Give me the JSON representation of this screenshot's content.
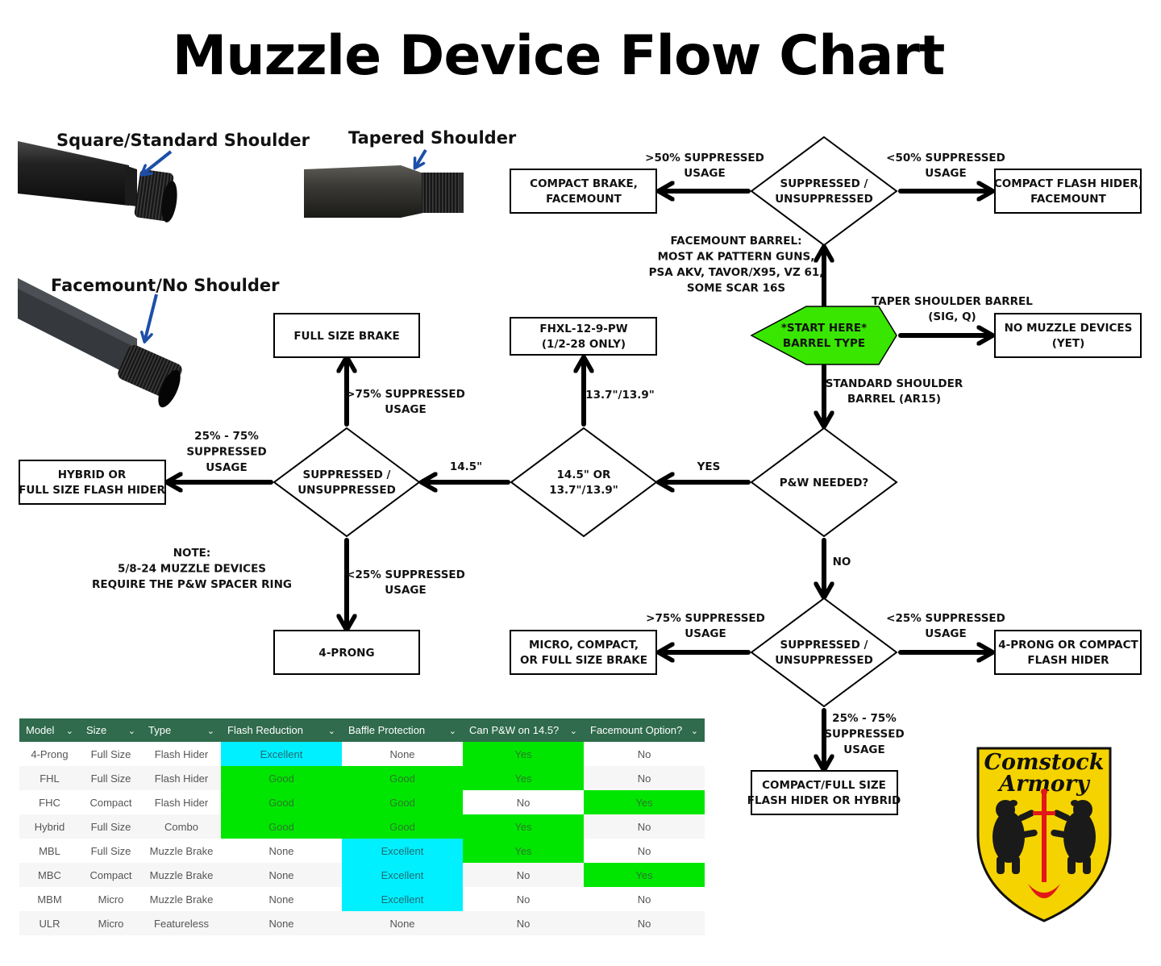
{
  "title": "Muzzle Device Flow Chart",
  "photos": {
    "square": "Square/Standard Shoulder",
    "tapered": "Tapered Shoulder",
    "facemount": "Facemount/No Shoulder"
  },
  "nodes": {
    "start": [
      "*START HERE*",
      "BARREL TYPE"
    ],
    "sup_top": [
      "SUPPRESSED /",
      "UNSUPPRESSED"
    ],
    "compact_brake_fm": [
      "COMPACT BRAKE,",
      "FACEMOUNT"
    ],
    "compact_fh_fm": [
      "COMPACT FLASH HIDER,",
      "FACEMOUNT"
    ],
    "no_muzzle": [
      "NO MUZZLE DEVICES",
      "(YET)"
    ],
    "pw_needed": [
      "P&W NEEDED?"
    ],
    "length": [
      "14.5\" OR",
      "13.7\"/13.9\""
    ],
    "fhxl": [
      "FHXL-12-9-PW",
      "(1/2-28 ONLY)"
    ],
    "sup_left": [
      "SUPPRESSED /",
      "UNSUPPRESSED"
    ],
    "full_brake": [
      "FULL SIZE BRAKE"
    ],
    "hybrid_full": [
      "HYBRID OR",
      "FULL SIZE FLASH HIDER"
    ],
    "four_prong": [
      "4-PRONG"
    ],
    "sup_bottom": [
      "SUPPRESSED /",
      "UNSUPPRESSED"
    ],
    "micro_compact": [
      "MICRO, COMPACT,",
      "OR FULL SIZE BRAKE"
    ],
    "four_prong_compact": [
      "4-PRONG OR COMPACT",
      "FLASH HIDER"
    ],
    "compact_full_fh": [
      "COMPACT/FULL SIZE",
      "FLASH HIDER OR HYBRID"
    ]
  },
  "edges": {
    "top_left": [
      ">50% SUPPRESSED",
      "USAGE"
    ],
    "top_right": [
      "<50% SUPPRESSED",
      "USAGE"
    ],
    "facemount": [
      "FACEMOUNT BARREL:",
      "MOST AK PATTERN GUNS,",
      "PSA AKV, TAVOR/X95, VZ 61,",
      "SOME SCAR 16S"
    ],
    "taper": [
      "TAPER SHOULDER BARREL",
      "(SIG, Q)"
    ],
    "standard": [
      "STANDARD SHOULDER",
      "BARREL (AR15)"
    ],
    "yes": [
      "YES"
    ],
    "no": [
      "NO"
    ],
    "len_145": [
      "14.5\""
    ],
    "len_137": [
      "13.7\"/13.9\""
    ],
    "left_up": [
      ">75% SUPPRESSED",
      "USAGE"
    ],
    "left_left": [
      "25% - 75%",
      "SUPPRESSED",
      "USAGE"
    ],
    "left_down": [
      "<25% SUPPRESSED",
      "USAGE"
    ],
    "bottom_left": [
      ">75% SUPPRESSED",
      "USAGE"
    ],
    "bottom_right": [
      "<25% SUPPRESSED",
      "USAGE"
    ],
    "bottom_down": [
      "25% - 75%",
      "SUPPRESSED",
      "USAGE"
    ]
  },
  "note": [
    "NOTE:",
    "5/8-24 MUZZLE DEVICES",
    "REQUIRE THE P&W SPACER RING"
  ],
  "table": {
    "headers": [
      "Model",
      "Size",
      "Type",
      "Flash Reduction",
      "Baffle Protection",
      "Can P&W on 14.5?",
      "Facemount Option?"
    ],
    "rows": [
      [
        "4-Prong",
        "Full Size",
        "Flash Hider",
        "Excellent",
        "None",
        "Yes",
        "No"
      ],
      [
        "FHL",
        "Full Size",
        "Flash Hider",
        "Good",
        "Good",
        "Yes",
        "No"
      ],
      [
        "FHC",
        "Compact",
        "Flash Hider",
        "Good",
        "Good",
        "No",
        "Yes"
      ],
      [
        "Hybrid",
        "Full Size",
        "Combo",
        "Good",
        "Good",
        "Yes",
        "No"
      ],
      [
        "MBL",
        "Full Size",
        "Muzzle Brake",
        "None",
        "Excellent",
        "Yes",
        "No"
      ],
      [
        "MBC",
        "Compact",
        "Muzzle Brake",
        "None",
        "Excellent",
        "No",
        "Yes"
      ],
      [
        "MBM",
        "Micro",
        "Muzzle Brake",
        "None",
        "Excellent",
        "No",
        "No"
      ],
      [
        "ULR",
        "Micro",
        "Featureless",
        "None",
        "None",
        "No",
        "No"
      ]
    ]
  },
  "colors": {
    "start_fill": "#39e600",
    "header_bg": "#2f6b4c",
    "good": "#00e600",
    "excellent": "#00f0ff",
    "indicator_arrow": "#1d4fa8",
    "shield": "#f5d300"
  },
  "logo": {
    "line1": "Comstock",
    "line2": "Armory"
  }
}
